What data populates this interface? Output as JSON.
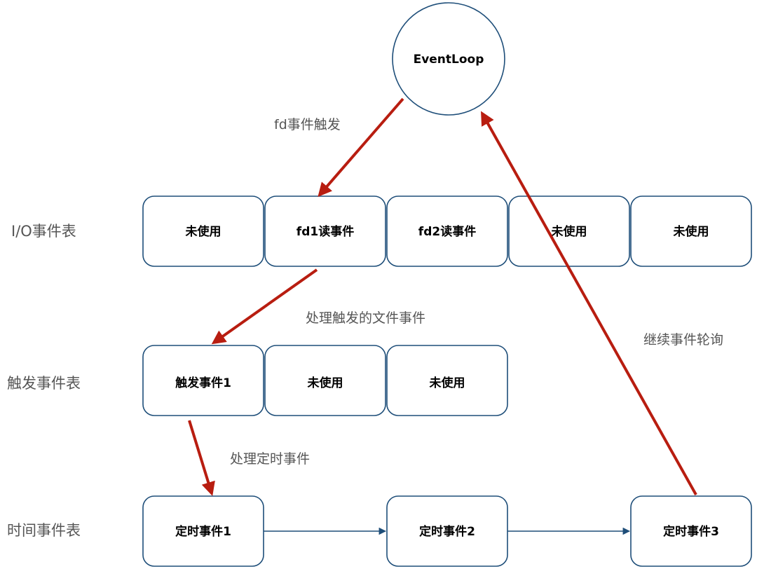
{
  "center_node": {
    "label": "EventLoop"
  },
  "rows": {
    "io": {
      "label": "I/O事件表",
      "cells": [
        "未使用",
        "fd1读事件",
        "fd2读事件",
        "未使用",
        "未使用"
      ]
    },
    "fired": {
      "label": "触发事件表",
      "cells": [
        "触发事件1",
        "未使用",
        "未使用"
      ]
    },
    "time": {
      "label": "时间事件表",
      "cells": [
        "定时事件1",
        "定时事件2",
        "定时事件3"
      ]
    }
  },
  "annotations": {
    "fd_fire": "fd事件触发",
    "process_file": "处理触发的文件事件",
    "process_timer": "处理定时事件",
    "continue_loop": "继续事件轮询"
  },
  "colors": {
    "box_stroke": "#1e4e79",
    "red_arrow": "#b81d10",
    "label_gray": "#555555"
  }
}
